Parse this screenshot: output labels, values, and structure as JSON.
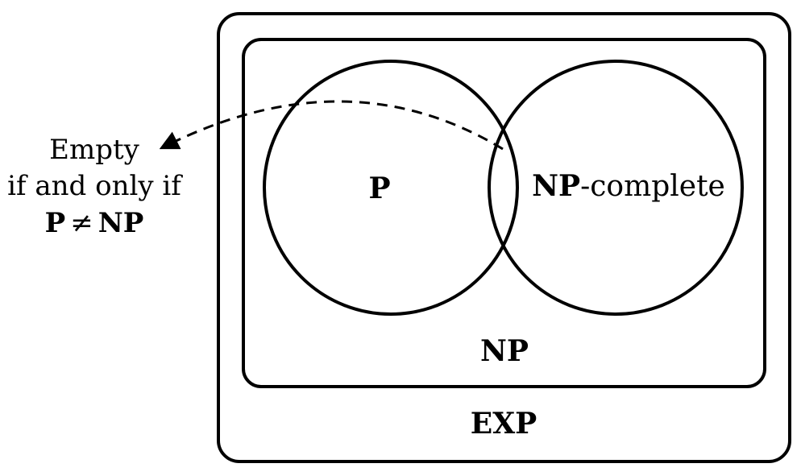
{
  "sets": {
    "exp": "EXP",
    "np": "NP",
    "p": "P",
    "np_complete_bold": "NP",
    "np_complete_suffix": "-complete"
  },
  "annotation": {
    "line1": "Empty",
    "line2": "if and only if",
    "line3_left": "P",
    "line3_symbol": "≠",
    "line3_right": "NP"
  },
  "colors": {
    "stroke": "#000000",
    "background": "#ffffff"
  }
}
